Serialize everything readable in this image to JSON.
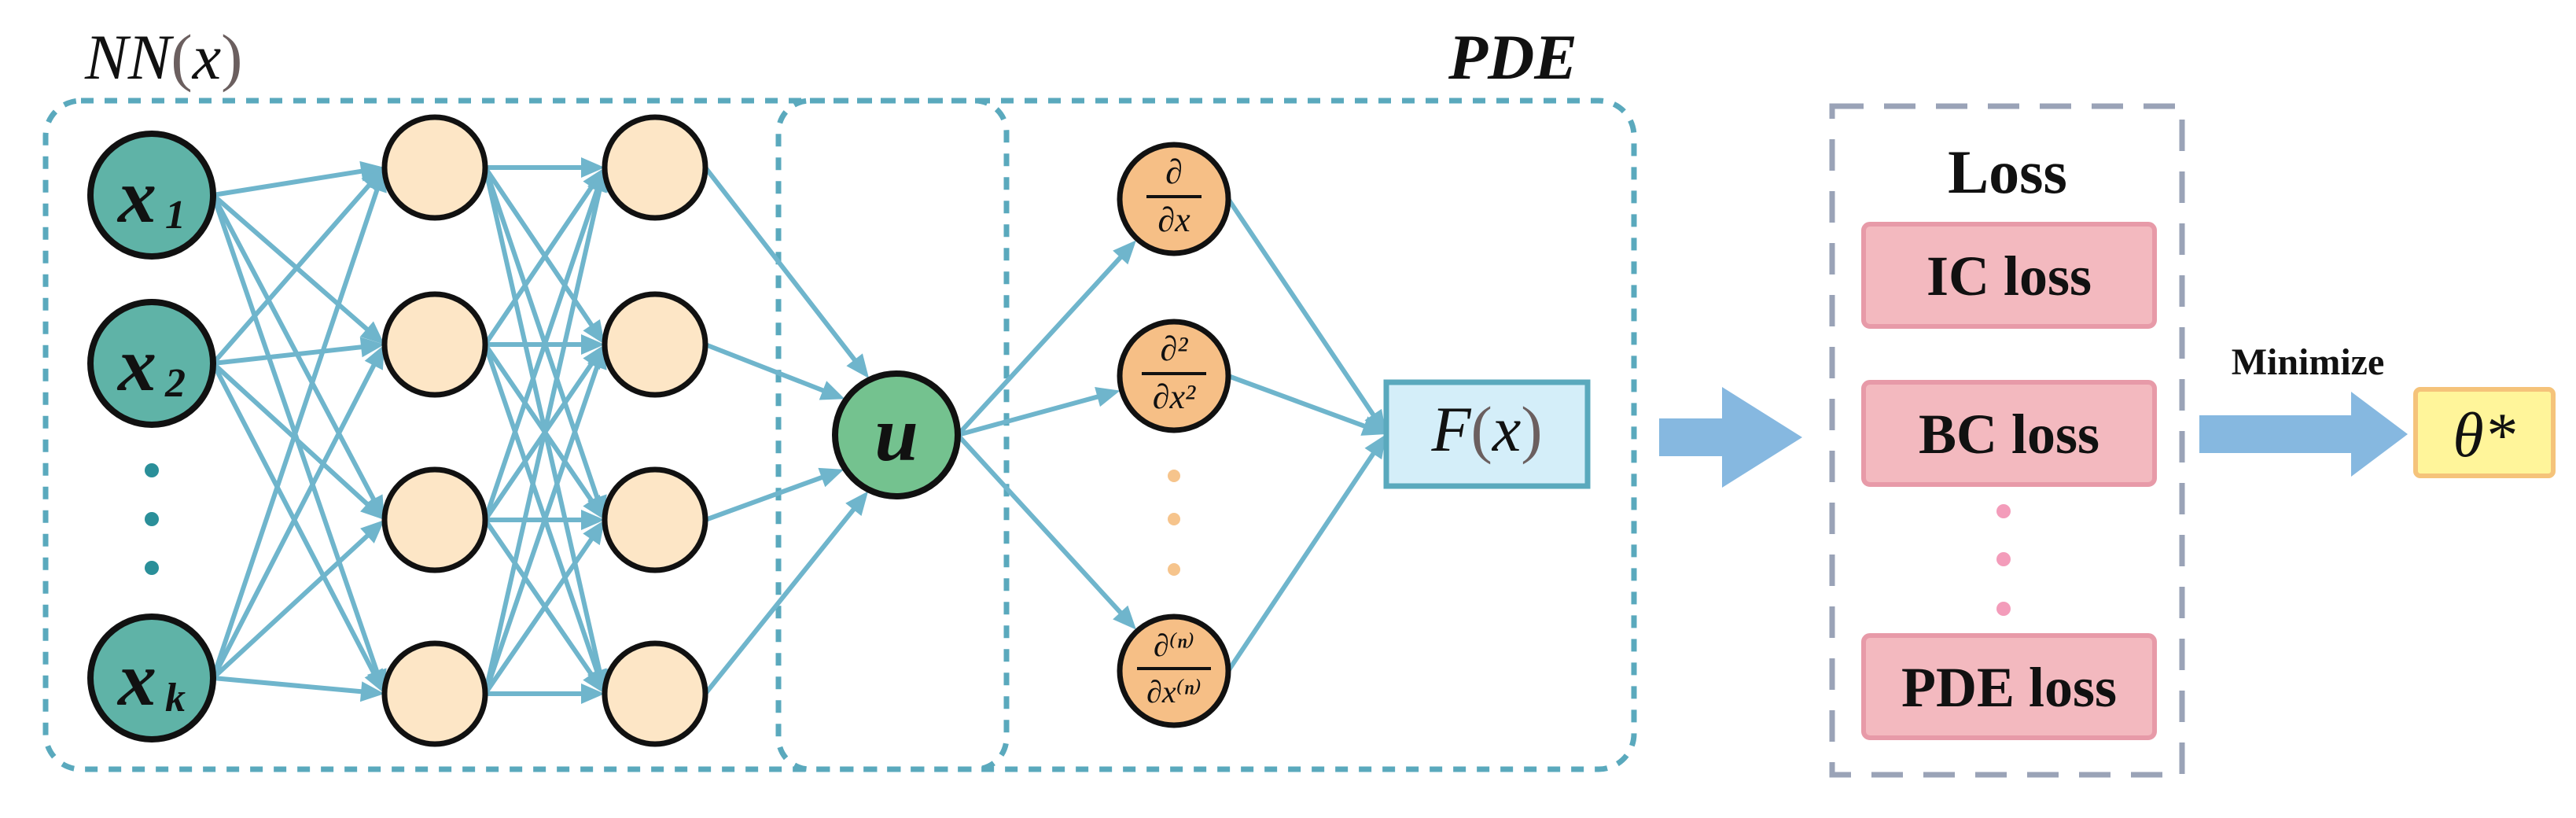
{
  "labels": {
    "nn_prefix": "NN",
    "nn_paren_open": "(",
    "nn_arg": "x",
    "nn_paren_close": ")",
    "pde": "PDE",
    "loss_title": "Loss",
    "minimize": "Minimize",
    "theta": "θ*"
  },
  "inputs": {
    "x1_base": "x",
    "x1_sub": "1",
    "x2_base": "x",
    "x2_sub": "2",
    "xk_base": "x",
    "xk_sub": "k"
  },
  "output_node": "u",
  "derivatives": {
    "d1_num": "∂",
    "d1_den": "∂x",
    "d2_num": "∂²",
    "d2_den": "∂x²",
    "dn_num": "∂⁽ⁿ⁾",
    "dn_den": "∂x⁽ⁿ⁾"
  },
  "residual": {
    "f": "F",
    "open": "(",
    "arg": "x",
    "close": ")"
  },
  "losses": [
    "IC loss",
    "BC loss",
    "PDE loss"
  ],
  "colors": {
    "input_node": "#5fb3a7",
    "hidden_node": "#fde6c6",
    "output_node": "#74c28f",
    "derivative_node": "#f6bf86",
    "edge": "#6fb5cc",
    "box_border": "#5aa9bd",
    "loss_border": "#9aa3b7",
    "loss_fill": "#f3b9bf",
    "loss_edge": "#e79aa8",
    "residual_fill": "#d4eef9",
    "theta_fill": "#fff59a",
    "theta_border": "#f5c37a",
    "arrow": "#86b8e0"
  }
}
